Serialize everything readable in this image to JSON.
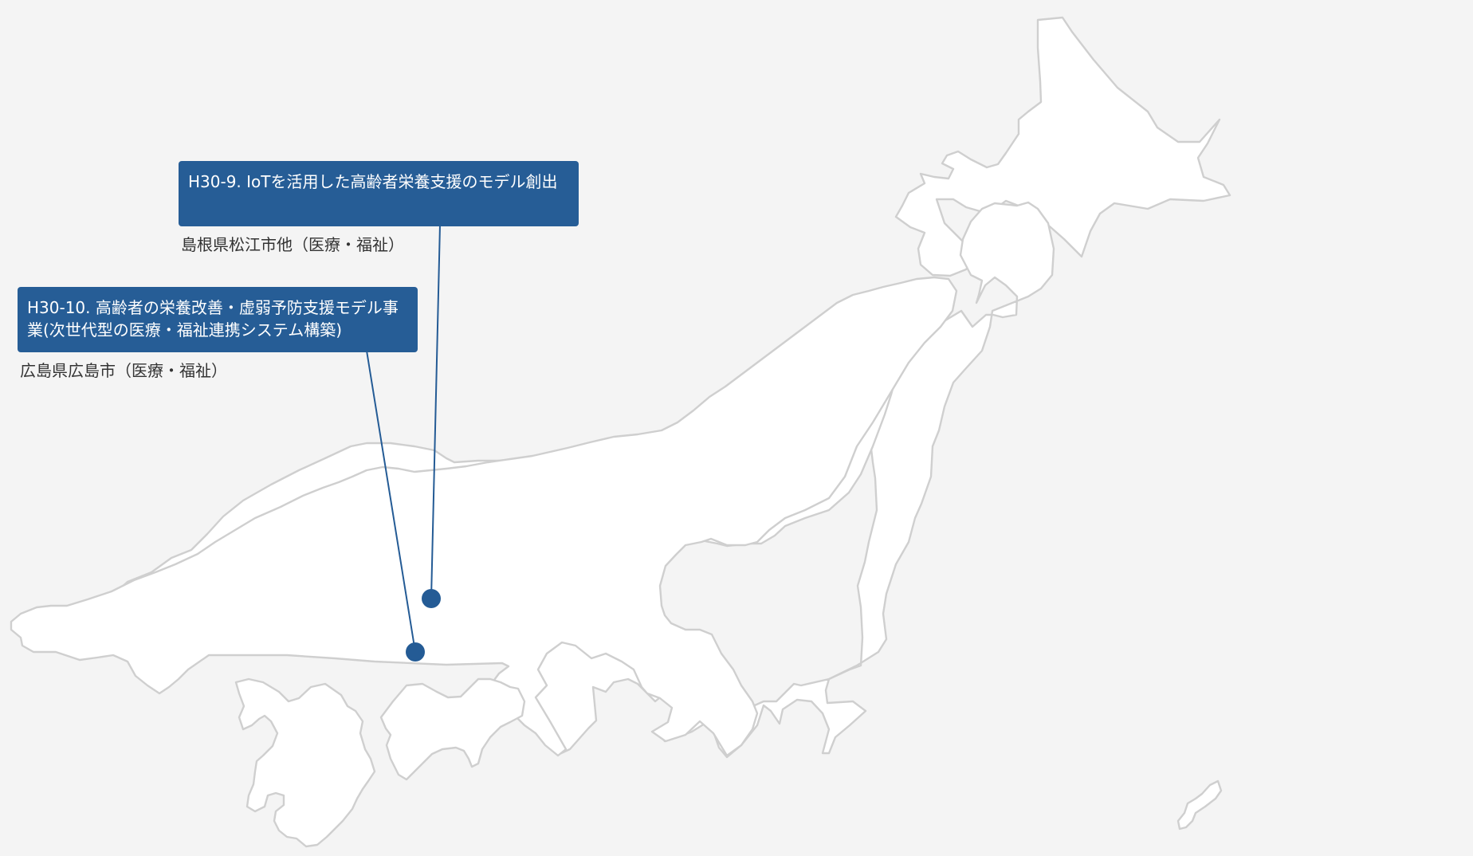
{
  "map": {
    "colors": {
      "background": "#f4f4f4",
      "land": "#ffffff",
      "coastline": "#cfcfcf",
      "accent": "#265d96"
    }
  },
  "projects": [
    {
      "code": "H30-9.",
      "title": "IoTを活用した高齢者栄養支援のモデル創出",
      "location": "島根県松江市他（医療・福祉）"
    },
    {
      "code": "H30-10.",
      "title": "高齢者の栄養改善・虚弱予防支援モデル事業(次世代型の医療・福祉連携システム構築)",
      "location": "広島県広島市（医療・福祉）"
    }
  ]
}
